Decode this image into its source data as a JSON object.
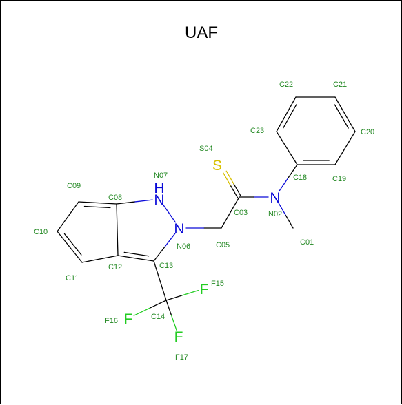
{
  "title": "UAF",
  "colors": {
    "carbon": "#000000",
    "nitrogen": "#0a0ad8",
    "sulfur": "#d8c000",
    "fluorine": "#22cc22",
    "label": "#228822",
    "border": "#000000",
    "background": "#ffffff"
  },
  "atoms": [
    {
      "id": "C01",
      "element": "C"
    },
    {
      "id": "N02",
      "element": "N",
      "symbol": "N"
    },
    {
      "id": "C03",
      "element": "C"
    },
    {
      "id": "S04",
      "element": "S",
      "symbol": "S"
    },
    {
      "id": "C05",
      "element": "C"
    },
    {
      "id": "N06",
      "element": "N",
      "symbol": "N"
    },
    {
      "id": "N07",
      "element": "N",
      "symbol": "N",
      "hydrogen": "H"
    },
    {
      "id": "C08",
      "element": "C"
    },
    {
      "id": "C09",
      "element": "C"
    },
    {
      "id": "C10",
      "element": "C"
    },
    {
      "id": "C11",
      "element": "C"
    },
    {
      "id": "C12",
      "element": "C"
    },
    {
      "id": "C13",
      "element": "C"
    },
    {
      "id": "C14",
      "element": "C"
    },
    {
      "id": "F15",
      "element": "F",
      "symbol": "F"
    },
    {
      "id": "F16",
      "element": "F",
      "symbol": "F"
    },
    {
      "id": "F17",
      "element": "F",
      "symbol": "F"
    },
    {
      "id": "C18",
      "element": "C"
    },
    {
      "id": "C19",
      "element": "C"
    },
    {
      "id": "C20",
      "element": "C"
    },
    {
      "id": "C21",
      "element": "C"
    },
    {
      "id": "C22",
      "element": "C"
    },
    {
      "id": "C23",
      "element": "C"
    }
  ],
  "bonds": [
    {
      "from": "N02",
      "to": "C01",
      "order": 1
    },
    {
      "from": "N02",
      "to": "C03",
      "order": 1
    },
    {
      "from": "N02",
      "to": "C18",
      "order": 1
    },
    {
      "from": "C03",
      "to": "S04",
      "order": 2
    },
    {
      "from": "C03",
      "to": "C05",
      "order": 1
    },
    {
      "from": "C05",
      "to": "N06",
      "order": 1
    },
    {
      "from": "N06",
      "to": "N07",
      "order": 1
    },
    {
      "from": "N06",
      "to": "C13",
      "order": 1
    },
    {
      "from": "N07",
      "to": "C08",
      "order": 1
    },
    {
      "from": "C08",
      "to": "C09",
      "order": 2
    },
    {
      "from": "C09",
      "to": "C10",
      "order": 1
    },
    {
      "from": "C10",
      "to": "C11",
      "order": 2
    },
    {
      "from": "C11",
      "to": "C12",
      "order": 1
    },
    {
      "from": "C12",
      "to": "C08",
      "order": 1
    },
    {
      "from": "C12",
      "to": "C13",
      "order": 2
    },
    {
      "from": "C13",
      "to": "C14",
      "order": 1
    },
    {
      "from": "C14",
      "to": "F15",
      "order": 1
    },
    {
      "from": "C14",
      "to": "F16",
      "order": 1
    },
    {
      "from": "C14",
      "to": "F17",
      "order": 1
    },
    {
      "from": "C18",
      "to": "C19",
      "order": 2
    },
    {
      "from": "C19",
      "to": "C20",
      "order": 1
    },
    {
      "from": "C20",
      "to": "C21",
      "order": 2
    },
    {
      "from": "C21",
      "to": "C22",
      "order": 1
    },
    {
      "from": "C22",
      "to": "C23",
      "order": 2
    },
    {
      "from": "C23",
      "to": "C18",
      "order": 1
    }
  ]
}
